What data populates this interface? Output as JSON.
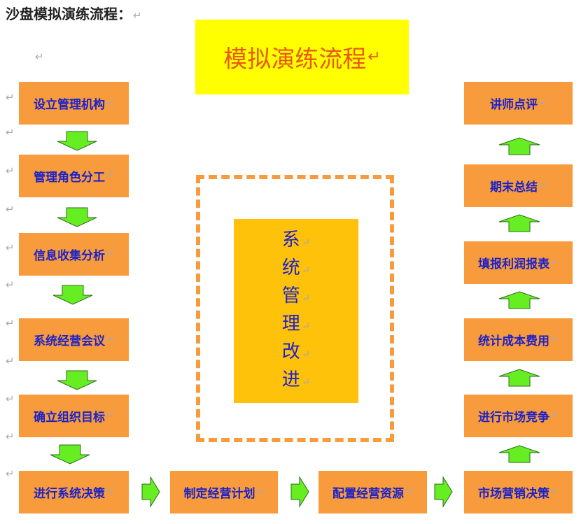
{
  "heading": "沙盘模拟演练流程：",
  "return_mark": "↵",
  "title": "模拟演练流程",
  "left_column": [
    "设立管理机构",
    "管理角色分工",
    "信息收集分析",
    "系统经营会议",
    "确立组织目标",
    "进行系统决策"
  ],
  "bottom_row": [
    "制定经营计划",
    "配置经营资源",
    "市场营销决策"
  ],
  "right_column": [
    "讲师点评",
    "期末总结",
    "填报利润报表",
    "统计成本费用",
    "进行市场竞争"
  ],
  "center_text": [
    "系",
    "统",
    "管",
    "理",
    "改",
    "进"
  ],
  "colors": {
    "box_fill": "#f79b3c",
    "box_text": "#1c22c8",
    "title_fill": "#ffff00",
    "title_text": "#e8590c",
    "center_fill": "#ffc20a",
    "arrow_fill": "#66ee22"
  },
  "icons": [
    "down-arrow-icon",
    "up-arrow-icon",
    "right-arrow-icon",
    "return-mark-icon"
  ]
}
